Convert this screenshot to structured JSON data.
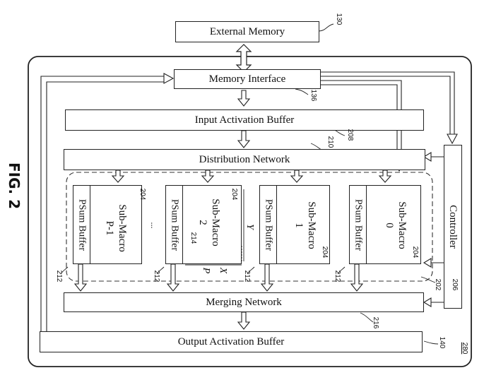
{
  "figure_label": "FIG. 2",
  "blocks": {
    "external_memory": "External Memory",
    "memory_interface": "Memory Interface",
    "input_activation_buffer": "Input Activation Buffer",
    "distribution_network": "Distribution Network",
    "merging_network": "Merging Network",
    "output_activation_buffer": "Output Activation Buffer",
    "controller": "Controller"
  },
  "sub_macros": [
    {
      "name_line1": "Sub-Macro",
      "name_line2": "P-1",
      "psum": "PSum Buffer",
      "ref": "204"
    },
    {
      "name_line1": "Sub-Macro",
      "name_line2": "2",
      "psum": "PSum Buffer",
      "ref": "204"
    },
    {
      "name_line1": "Sub-Macro",
      "name_line2": "1",
      "psum": "PSum Buffer",
      "ref": "204"
    },
    {
      "name_line1": "Sub-Macro",
      "name_line2": "0",
      "psum": "PSum Buffer",
      "ref": "204"
    }
  ],
  "dims": {
    "x": "X",
    "y": "Y",
    "p": "P",
    "cell_ref": "214"
  },
  "ellipsis": "...",
  "refs": {
    "r130": "130",
    "r136": "136",
    "r208": "208",
    "r210": "210",
    "r212a": "212",
    "r212b": "212",
    "r212c": "212",
    "r212d": "212",
    "r202": "202",
    "r206": "206",
    "r216": "216",
    "r140": "140",
    "r280": "280"
  }
}
